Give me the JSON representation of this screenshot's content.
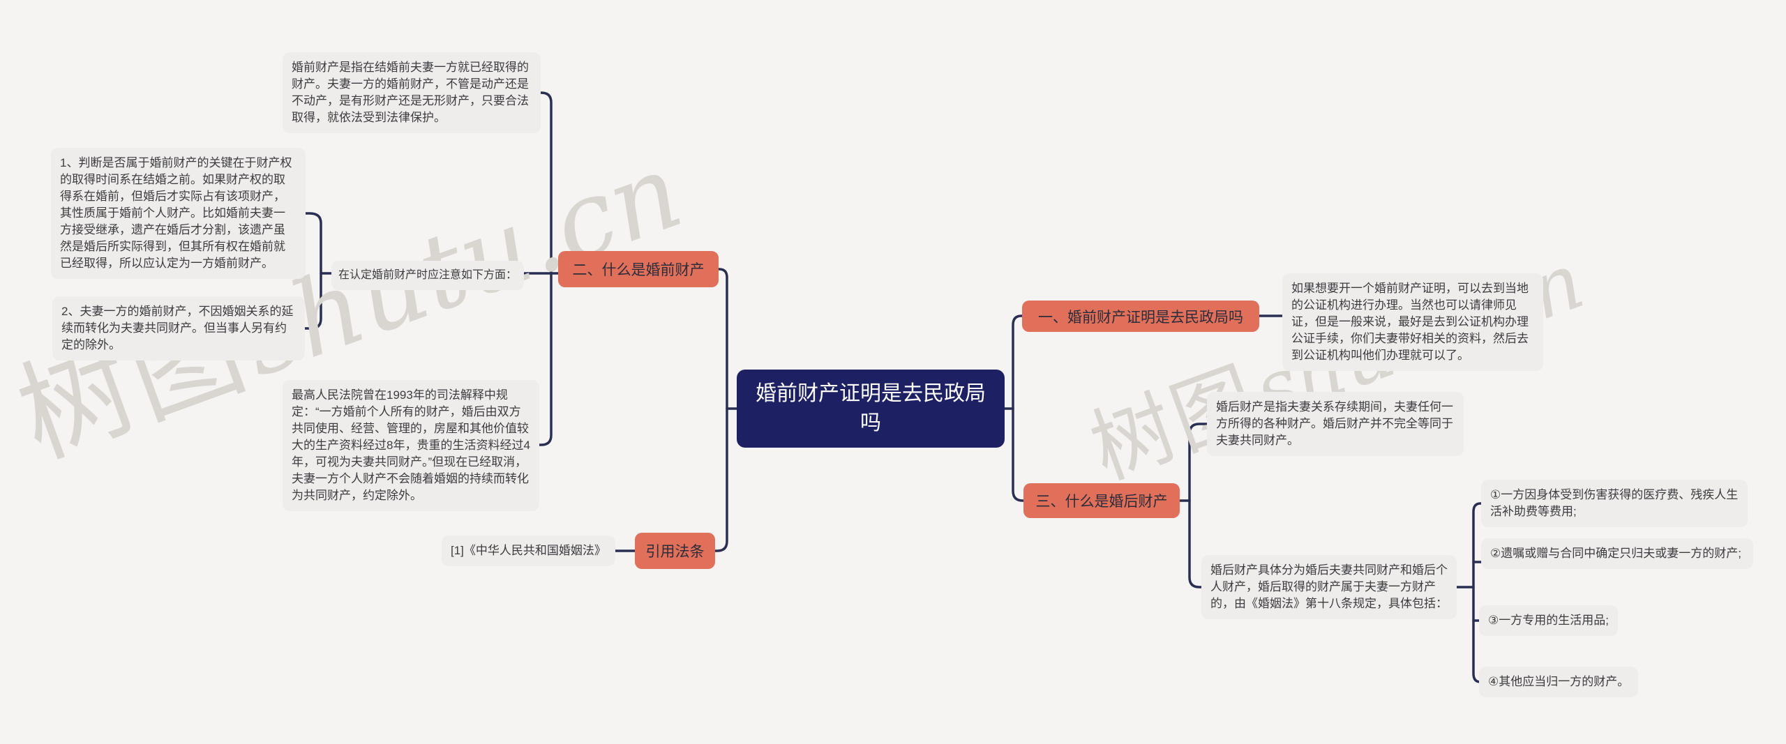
{
  "colors": {
    "background": "#f5f4f2",
    "branch_node": "#e0705a",
    "central_node": "#1d2163",
    "connector": "#2a2e52",
    "detail_box": "#efedeb"
  },
  "watermark": {
    "cjk": "树图",
    "latin": "shutu.cn"
  },
  "central": {
    "label": "婚前财产证明是去民政局吗"
  },
  "left": {
    "branch2_label": "二、什么是婚前财产",
    "premarital_definition": "婚前财产是指在结婚前夫妻一方就已经取得的财产。夫妻一方的婚前财产，不管是动产还是不动产，是有形财产还是无形财产，只要合法取得，就依法受到法律保护。",
    "note": "在认定婚前财产时应注意如下方面：",
    "point1": "1、判断是否属于婚前财产的关键在于财产权的取得时间系在结婚之前。如果财产权的取得系在婚前，但婚后才实际占有该项财产，其性质属于婚前个人财产。比如婚前夫妻一方接受继承，遗产在婚后才分割，该遗产虽然是婚后所实际得到，但其所有权在婚前就已经取得，所以应认定为一方婚前财产。",
    "point2": "2、夫妻一方的婚前财产，不因婚姻关系的延续而转化为夫妻共同财产。但当事人另有约定的除外。",
    "judicial": "最高人民法院曾在1993年的司法解释中规定：“一方婚前个人所有的财产，婚后由双方共同使用、经营、管理的，房屋和其他价值较大的生产资料经过8年，贵重的生活资料经过4年，可视为夫妻共同财产。”但现在已经取消，夫妻一方个人财产不会随着婚姻的持续而转化为共同财产，约定除外。",
    "cite_label": "引用法条",
    "cite_source": "[1]《中华人民共和国婚姻法》"
  },
  "right": {
    "branch1_label": "一、婚前财产证明是去民政局吗",
    "branch1_detail": "如果想要开一个婚前财产证明，可以去到当地的公证机构进行办理。当然也可以请律师见证，但是一般来说，最好是去到公证机构办理公证手续，你们夫妻带好相关的资料，然后去到公证机构叫他们办理就可以了。",
    "branch3_label": "三、什么是婚后财产",
    "postmarital_definition": "婚后财产是指夫妻关系存续期间，夫妻任何一方所得的各种财产。婚后财产并不完全等同于夫妻共同财产。",
    "branch3_detail": "婚后财产具体分为婚后夫妻共同财产和婚后个人财产，婚后取得的财产属于夫妻一方财产的，由《婚姻法》第十八条规定，具体包括：",
    "items": [
      "①一方因身体受到伤害获得的医疗费、残疾人生活补助费等费用;",
      "②遗嘱或赠与合同中确定只归夫或妻一方的财产;",
      "③一方专用的生活用品;",
      "④其他应当归一方的财产。"
    ]
  }
}
